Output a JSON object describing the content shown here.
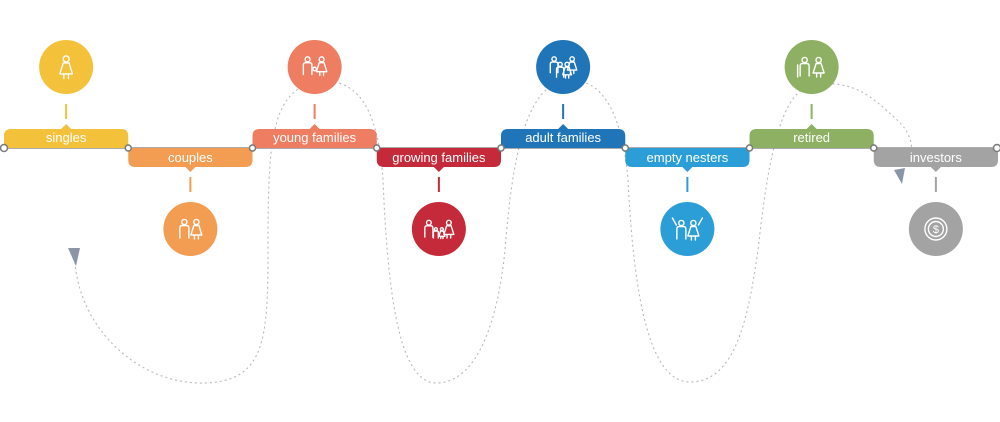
{
  "stages": [
    {
      "key": "singles",
      "label": "singles",
      "color": "#F4C13B",
      "side": "top",
      "icon": "single-person-icon"
    },
    {
      "key": "couples",
      "label": "couples",
      "color": "#F29D51",
      "side": "bottom",
      "icon": "couple-icon"
    },
    {
      "key": "young-families",
      "label": "young families",
      "color": "#EE7D62",
      "side": "top",
      "icon": "parent-with-child-icon"
    },
    {
      "key": "growing-families",
      "label": "growing families",
      "color": "#C52A3A",
      "side": "bottom",
      "icon": "family-icon"
    },
    {
      "key": "adult-families",
      "label": "adult families",
      "color": "#1F75B7",
      "side": "top",
      "icon": "adult-family-icon"
    },
    {
      "key": "empty-nesters",
      "label": "empty nesters",
      "color": "#2B9ED8",
      "side": "bottom",
      "icon": "celebrating-couple-icon"
    },
    {
      "key": "retired",
      "label": "retired",
      "color": "#8DB062",
      "side": "top",
      "icon": "elderly-couple-icon"
    },
    {
      "key": "investors",
      "label": "investors",
      "color": "#A3A3A3",
      "side": "bottom",
      "icon": "dollar-coin-icon"
    }
  ],
  "colors": {
    "timeline": "#7A7A7A",
    "path": "#B8B8B8",
    "arrow": "#8A95A8"
  }
}
